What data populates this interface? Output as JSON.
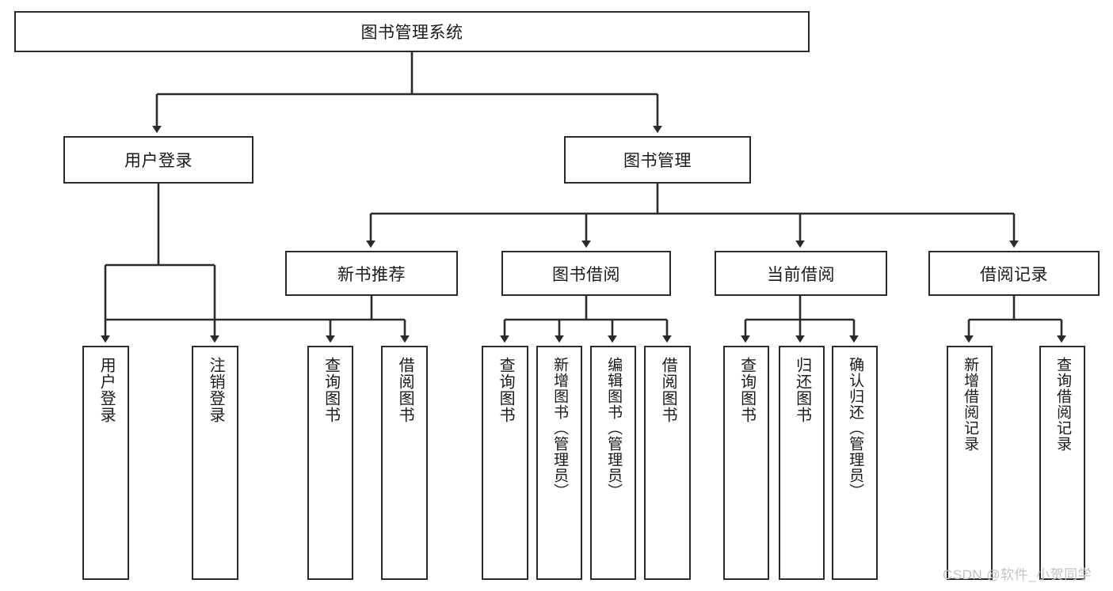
{
  "diagram": {
    "title": "图书管理系统",
    "type": "tree-hierarchy",
    "root": {
      "label": "图书管理系统"
    },
    "level2": [
      {
        "label": "用户登录"
      },
      {
        "label": "图书管理"
      }
    ],
    "level3": [
      {
        "label": "新书推荐"
      },
      {
        "label": "图书借阅"
      },
      {
        "label": "当前借阅"
      },
      {
        "label": "借阅记录"
      }
    ],
    "leaves": {
      "user_login": [
        {
          "label": "用户登录"
        },
        {
          "label": "注销登录"
        }
      ],
      "new_book_recommend": [
        {
          "label": "查询图书"
        },
        {
          "label": "借阅图书"
        }
      ],
      "book_borrow": [
        {
          "label": "查询图书"
        },
        {
          "label": "新增图书（管理员）"
        },
        {
          "label": "编辑图书（管理员）"
        },
        {
          "label": "借阅图书"
        }
      ],
      "current_borrow": [
        {
          "label": "查询图书"
        },
        {
          "label": "归还图书"
        },
        {
          "label": "确认归还（管理员）"
        }
      ],
      "borrow_record": [
        {
          "label": "新增借阅记录"
        },
        {
          "label": "查询借阅记录"
        }
      ]
    }
  },
  "watermark": {
    "text": "CSDN @软件_小贺同学"
  },
  "colors": {
    "border": "#2b2b2b",
    "text": "#1a1a1a",
    "background": "#ffffff",
    "watermark": "#c3c3c3"
  }
}
